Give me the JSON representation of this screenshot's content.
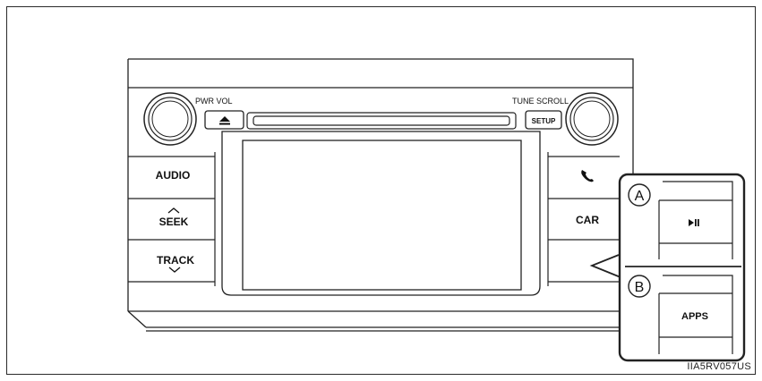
{
  "labels": {
    "pwr_vol": "PWR VOL",
    "tune_scroll": "TUNE SCROLL",
    "setup": "SETUP",
    "audio": "AUDIO",
    "seek": "SEEK",
    "track": "TRACK",
    "car": "CAR",
    "apps": "APPS",
    "callout_a": "A",
    "callout_b": "B"
  },
  "icons": {
    "eject": "eject-icon",
    "phone": "phone-icon",
    "play_pause": "play-pause-icon",
    "seek_up": "chevron-up-icon",
    "track_down": "chevron-down-icon"
  },
  "figure_code": "IIA5RV057US"
}
